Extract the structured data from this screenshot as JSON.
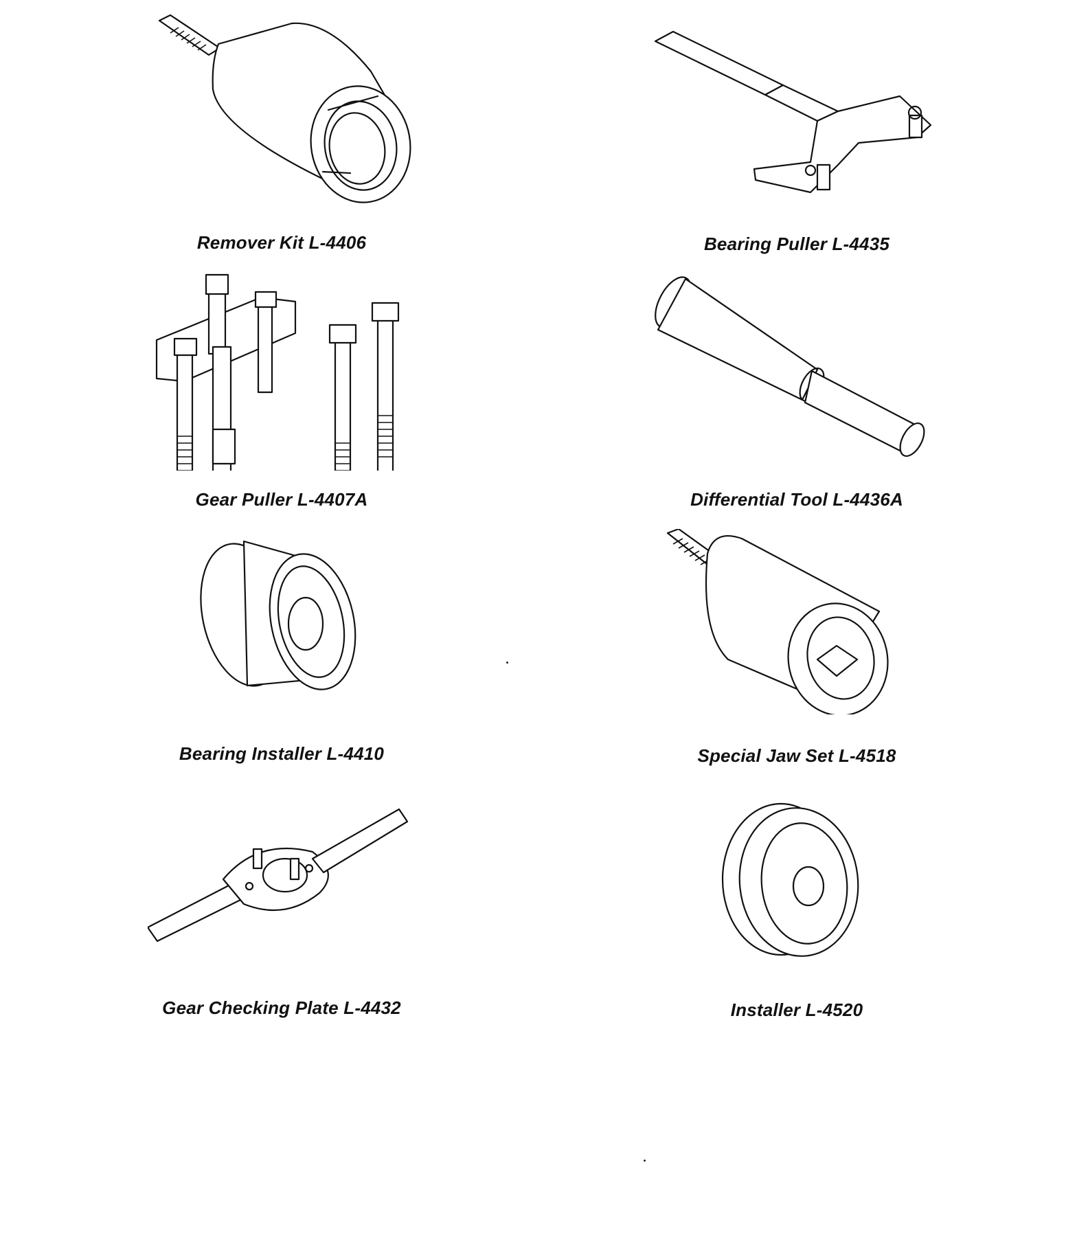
{
  "tools": [
    {
      "label": "Remover Kit L-4406",
      "icon": "remover-kit-drawing"
    },
    {
      "label": "Bearing Puller L-4435",
      "icon": "bearing-puller-drawing"
    },
    {
      "label": "Gear Puller L-4407A",
      "icon": "gear-puller-drawing"
    },
    {
      "label": "Differential Tool L-4436A",
      "icon": "differential-tool-drawing"
    },
    {
      "label": "Bearing Installer L-4410",
      "icon": "bearing-installer-drawing"
    },
    {
      "label": "Special Jaw Set L-4518",
      "icon": "special-jaw-set-drawing"
    },
    {
      "label": "Gear Checking Plate L-4432",
      "icon": "gear-checking-plate-drawing"
    },
    {
      "label": "Installer L-4520",
      "icon": "installer-drawing"
    }
  ]
}
